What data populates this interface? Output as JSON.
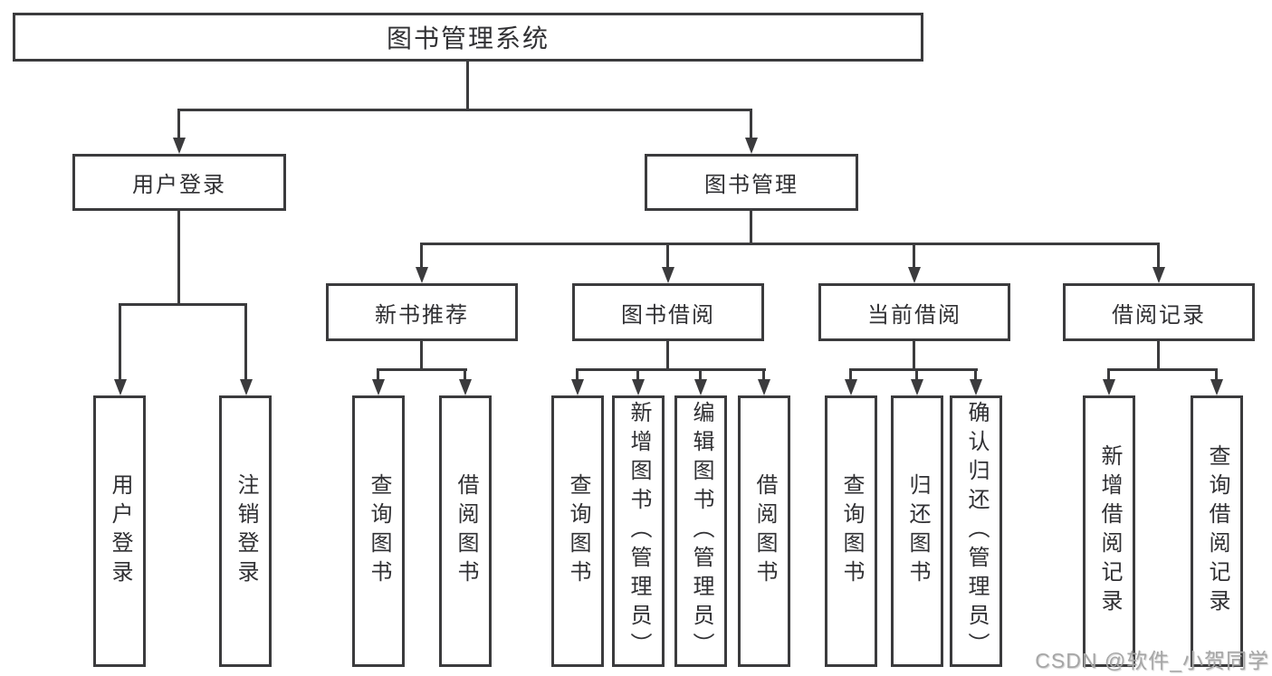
{
  "diagram": {
    "root": {
      "label": "图书管理系统"
    },
    "branches": [
      {
        "label": "用户登录",
        "children": [
          {
            "label": "用户登录"
          },
          {
            "label": "注销登录"
          }
        ]
      },
      {
        "label": "图书管理",
        "children": [
          {
            "label": "新书推荐",
            "children": [
              {
                "label": "查询图书"
              },
              {
                "label": "借阅图书"
              }
            ]
          },
          {
            "label": "图书借阅",
            "children": [
              {
                "label": "查询图书"
              },
              {
                "label": "新增图书（管理员）"
              },
              {
                "label": "编辑图书（管理员）"
              },
              {
                "label": "借阅图书"
              }
            ]
          },
          {
            "label": "当前借阅",
            "children": [
              {
                "label": "查询图书"
              },
              {
                "label": "归还图书"
              },
              {
                "label": "确认归还（管理员）"
              }
            ]
          },
          {
            "label": "借阅记录",
            "children": [
              {
                "label": "新增借阅记录"
              },
              {
                "label": "查询借阅记录"
              }
            ]
          }
        ]
      }
    ],
    "line_color": "#3b3b3d",
    "text_color": "#303033"
  },
  "watermark": {
    "text": "CSDN @软件_小贺同学",
    "color": "#a6a6a6"
  }
}
